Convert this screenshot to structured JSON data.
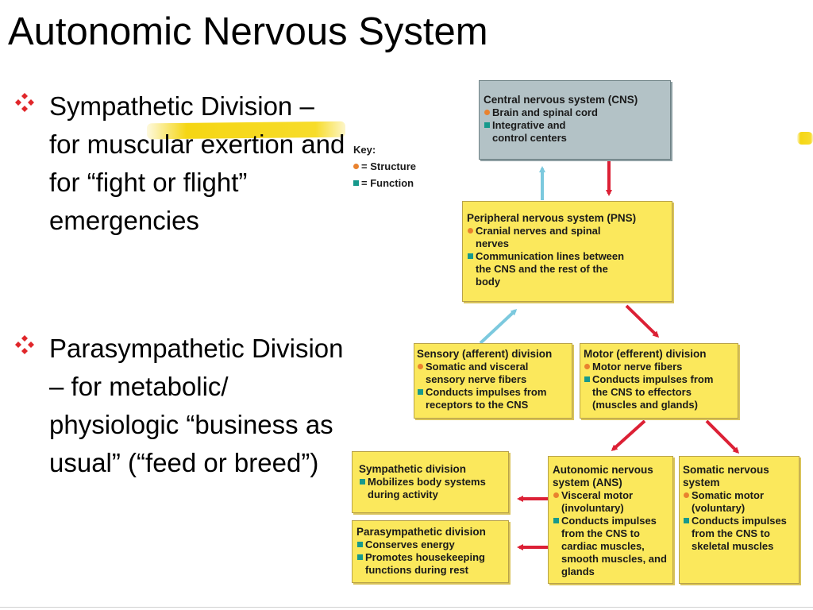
{
  "title": "Autonomic Nervous System",
  "bullets": [
    {
      "text": "Sympathetic Division – for muscular exertion and for “fight or flight” emergencies"
    },
    {
      "text": "Parasympathetic Division – for metabolic/ physiologic “business as usual” (“feed or breed”)"
    }
  ],
  "colors": {
    "bullet": "#e0262a",
    "box_yellow": "#fbe85c",
    "box_cns": "#b3c2c6",
    "structure": "#e9822e",
    "function": "#17998c",
    "arrow_red": "#dc2035",
    "arrow_blue": "#7cc9de"
  },
  "key": {
    "label": "Key:",
    "structure": "= Structure",
    "function": "= Function"
  },
  "diagram": {
    "cns": {
      "title": "Central nervous system (CNS)",
      "structure": "Brain and spinal cord",
      "function": "Integrative and control centers"
    },
    "pns": {
      "title": "Peripheral nervous system (PNS)",
      "structure": "Cranial nerves and spinal nerves",
      "function": "Communication lines between the CNS and the rest of the body"
    },
    "sensory": {
      "title": "Sensory (afferent) division",
      "structure": "Somatic and visceral sensory nerve fibers",
      "function": "Conducts impulses from receptors to the CNS"
    },
    "motor": {
      "title": "Motor (efferent) division",
      "structure": "Motor nerve fibers",
      "function": "Conducts impulses from the CNS to effectors (muscles and glands)"
    },
    "sympathetic": {
      "title": "Sympathetic division",
      "function": "Mobilizes body systems during activity"
    },
    "parasympathetic": {
      "title": "Parasympathetic division",
      "function1": "Conserves energy",
      "function2": "Promotes housekeeping functions during rest"
    },
    "ans": {
      "title": "Autonomic nervous system (ANS)",
      "structure": "Visceral motor (involuntary)",
      "function": "Conducts impulses from the CNS to cardiac muscles, smooth muscles, and glands"
    },
    "somatic": {
      "title": "Somatic nervous system",
      "structure": "Somatic motor (voluntary)",
      "function": "Conducts impulses from the CNS to skeletal muscles"
    }
  }
}
